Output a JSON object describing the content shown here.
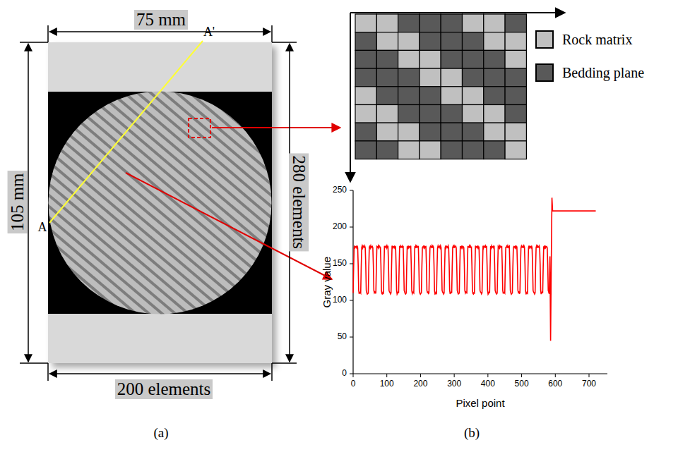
{
  "diagram": {
    "labels": [
      "75 mm",
      "105 mm",
      "280 elements",
      "200 elements",
      "A'",
      "A",
      "0",
      "50",
      "100",
      "150",
      "200",
      "250",
      "0",
      "100",
      "200",
      "300",
      "400",
      "500",
      "600",
      "700",
      "Gray value",
      "Pixel point",
      "(a)",
      "(b)"
    ],
    "legend": [
      {
        "text": "Rock matrix",
        "color": "#c0c0c0"
      },
      {
        "text": "Bedding plane",
        "color": "#595959"
      }
    ]
  }
}
